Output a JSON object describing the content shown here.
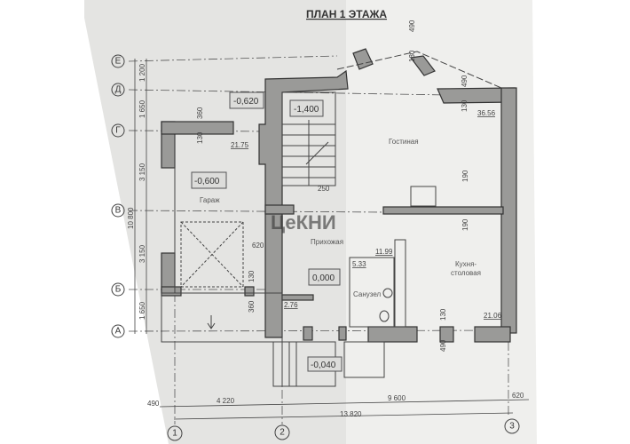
{
  "title": "ПЛАН 1 ЭТАЖА",
  "watermark": "ЦеКНИ",
  "row_axes": [
    "Е",
    "Д",
    "Г",
    "В",
    "Б",
    "А"
  ],
  "column_axes": [
    "1",
    "2",
    "3"
  ],
  "vertical_dimensions": {
    "segments": [
      "1 200",
      "1 650",
      "3 150",
      "3 150",
      "1 650"
    ],
    "total": "10 800"
  },
  "horizontal_dimensions": {
    "segments": [
      "490",
      "4 220",
      "9 600",
      "620"
    ],
    "total": "13 820"
  },
  "rooms": {
    "garage": {
      "name": "Гараж",
      "area": "21.75",
      "level": "-0,600"
    },
    "stair_level": "-1,400",
    "landing_level": "-0,620",
    "living": {
      "name": "Гостиная",
      "area": "36.56"
    },
    "hall": {
      "name": "Прихожая",
      "area": "11.99",
      "level": "0,000"
    },
    "vestibule": {
      "area": "2.76"
    },
    "entrance_level": "-0,040",
    "bathroom": {
      "name": "Санузел",
      "area": "5.33"
    },
    "kitchen": {
      "name_line1": "Кухня-",
      "name_line2": "столовая",
      "area": "21.06"
    }
  },
  "wall_dimensions": [
    "360",
    "130",
    "250",
    "620",
    "130",
    "360",
    "490",
    "130",
    "490",
    "130",
    "190",
    "190",
    "130",
    "490"
  ],
  "colors": {
    "paper_left": "#e6e6e4",
    "paper_right": "#f0f0ee",
    "wall_fill": "#9a9a98"
  }
}
